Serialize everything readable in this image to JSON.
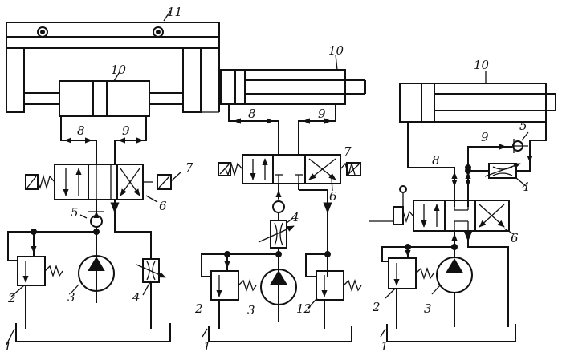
{
  "labels": {
    "tank": "1",
    "relief_valve": "2",
    "pump": "3",
    "throttle": "4",
    "check_valve": "5",
    "distributor": "6",
    "solenoid": "7",
    "line_a": "8",
    "line_b": "9",
    "cylinder": "10",
    "table": "11",
    "back_pressure_valve": "12"
  },
  "colors": {
    "ink": "#111111",
    "background": "#ffffff"
  }
}
